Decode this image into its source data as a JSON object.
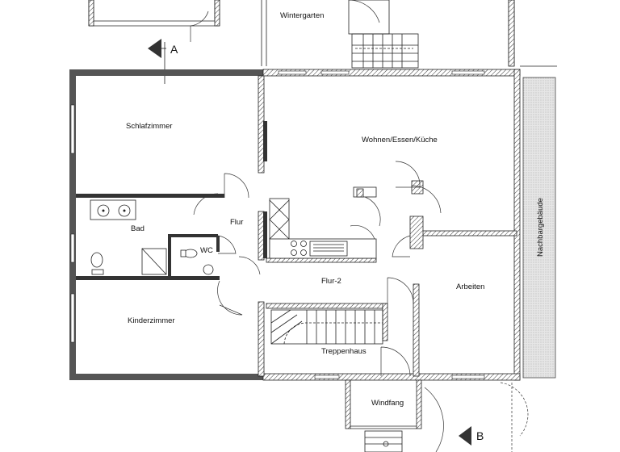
{
  "rooms": {
    "wintergarten": "Wintergarten",
    "schlafzimmer": "Schlafzimmer",
    "wohnen": "Wohnen/Essen/Küche",
    "bad": "Bad",
    "flur": "Flur",
    "wc": "WC",
    "flur2": "Flur-2",
    "arbeiten": "Arbeiten",
    "kinderzimmer": "Kinderzimmer",
    "treppenhaus": "Treppenhaus",
    "windfang": "Windfang",
    "nachbargebaeude": "Nachbargebäude"
  },
  "section_markers": {
    "a": "A",
    "b": "B"
  }
}
